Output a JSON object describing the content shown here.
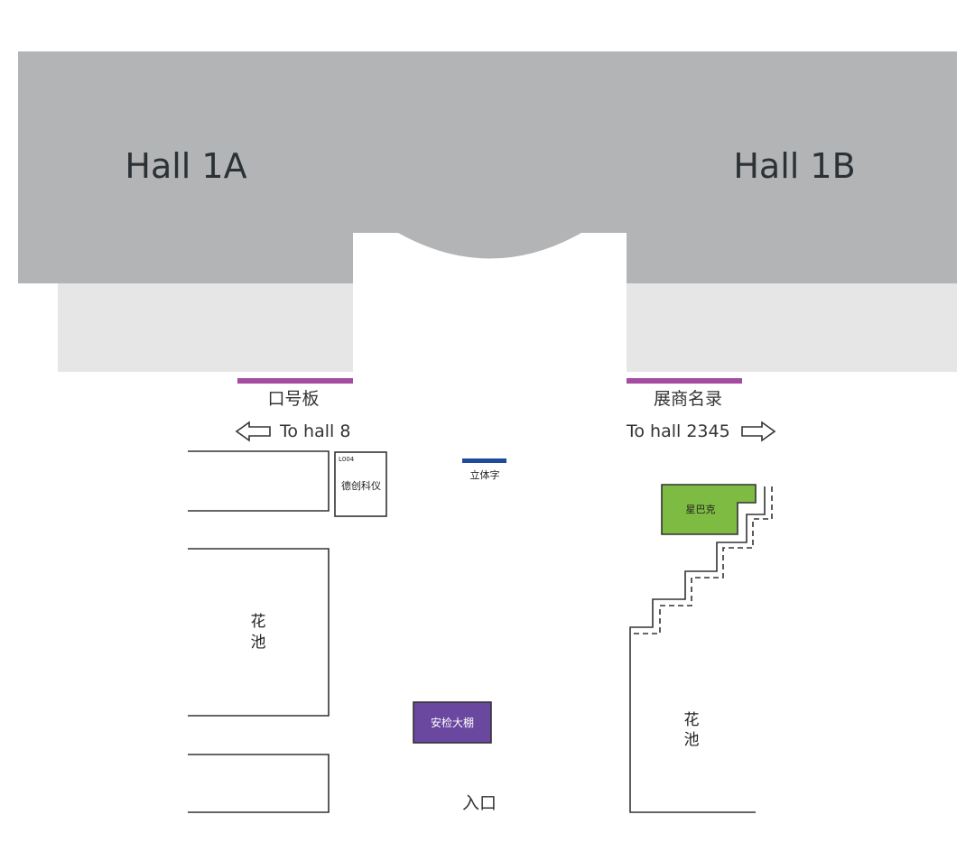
{
  "halls": {
    "left": "Hall 1A",
    "right": "Hall 1B"
  },
  "signs": {
    "left": "口号板",
    "right": "展商名录"
  },
  "directions": {
    "left": "To hall 8",
    "right": "To hall 2345"
  },
  "booth": {
    "code": "L004",
    "name": "德创科仪"
  },
  "sign_3d": "立体字",
  "cafe": "星巴克",
  "flower_bed_left": [
    "花",
    "池"
  ],
  "flower_bed_right": [
    "花",
    "池"
  ],
  "security_tent": "安检大棚",
  "entrance": "入口",
  "colors": {
    "hall": "#b3b4b5",
    "apron": "#e6e6e6",
    "sign_bar": "#a64ca0",
    "blue_bar": "#1e4a9a",
    "cafe": "#7dbb42",
    "security": "#6a48a0"
  }
}
